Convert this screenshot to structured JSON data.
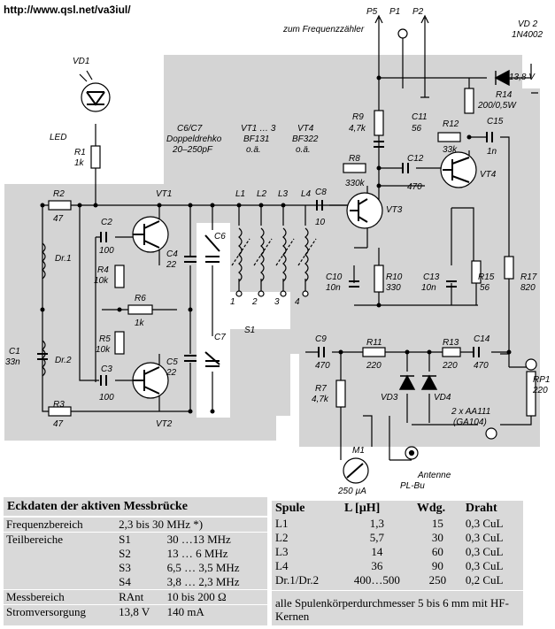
{
  "url": "http://www.qsl.net/va3iul/",
  "labels": {
    "p5": "P5",
    "p1": "P1",
    "p2": "P2",
    "zum": "zum Frequenzzähler",
    "vd2": "VD 2",
    "vd2t": "1N4002",
    "v138": "13,8 V",
    "vd1": "VD1",
    "led": "LED",
    "r1": "R1",
    "r1v": "1k",
    "c6c7": "C6/C7",
    "dreh": "Doppeldrehko",
    "cap": "20–250pF",
    "vt13": "VT1 … 3",
    "bf131": "BF131",
    "oa1": "o.ä.",
    "vt4t": "VT4",
    "bf322": "BF322",
    "oa2": "o.ä.",
    "r9": "R9",
    "r9v": "4,7k",
    "c11": "C11",
    "c11v": "56",
    "r12": "R12",
    "r12v": "33k",
    "c15": "C15",
    "c15v": "1n",
    "r14": "R14",
    "r14v": "200/0,5W",
    "r8": "R8",
    "r8v": "330k",
    "c12": "C12",
    "c12v": "470",
    "vt4": "VT4",
    "vt3": "VT3",
    "r2": "R2",
    "r2v": "47",
    "vt1": "VT1",
    "l1": "L1",
    "l2": "L2",
    "l3": "L3",
    "l4": "L4",
    "c8": "C8",
    "c8v": "10",
    "c2": "C2",
    "c2v": "100",
    "r4": "R4",
    "r4v": "10k",
    "c4": "C4",
    "c4v": "22",
    "c6": "C6",
    "dr1": "Dr.1",
    "dr2": "Dr.2",
    "r6": "R6",
    "r6v": "1k",
    "n1": "1",
    "n2": "2",
    "n3": "3",
    "n4": "4",
    "s1": "S1",
    "c10": "C10",
    "c10v": "10n",
    "r10": "R10",
    "r10v": "330",
    "c13": "C13",
    "c13v": "10n",
    "r15": "R15",
    "r15v": "56",
    "r17": "R17",
    "r17v": "820",
    "c1": "C1",
    "c1v": "33n",
    "r5": "R5",
    "r5v": "10k",
    "c7": "C7",
    "c9": "C9",
    "c9v": "470",
    "r11": "R11",
    "r11v": "220",
    "r13": "R13",
    "r13v": "220",
    "c14": "C14",
    "c14v": "470",
    "rp1": "RP1",
    "rp1v": "220",
    "c3": "C3",
    "c3v": "100",
    "c5": "C5",
    "c5v": "22",
    "r7": "R7",
    "r7v": "4,7k",
    "vd3": "VD3",
    "vd4": "VD4",
    "aa111": "2 x AA111",
    "ga104": "(GA104)",
    "r3": "R3",
    "r3v": "47",
    "vt2": "VT2",
    "m1": "M1",
    "m1v": "250 µA",
    "antenne": "Antenne",
    "plbu": "PL-Bu"
  },
  "eckdaten": {
    "title": "Eckdaten der aktiven Messbrücke",
    "freq_label": "Frequenzbereich",
    "freq_value": "2,3 bis 30 MHz *)",
    "teil_label": "Teilbereiche",
    "s1": "S1",
    "s1v": "30 …13 MHz",
    "s2": "S2",
    "s2v": "13 … 6 MHz",
    "s3": "S3",
    "s3v": "6,5 … 3,5 MHz",
    "s4": "S4",
    "s4v": "3,8 … 2,3 MHz",
    "mess_label": "Messbereich",
    "mess_r": "RAnt",
    "mess_v": "10 bis 200 Ω",
    "strom_label": "Stromversorgung",
    "strom_v": "13,8 V",
    "strom_i": "140 mA"
  },
  "spulen": {
    "headers": [
      "Spule",
      "L [µH]",
      "Wdg.",
      "Draht"
    ],
    "rows": [
      [
        "L1",
        "1,3",
        "15",
        "0,3 CuL"
      ],
      [
        "L2",
        "5,7",
        "30",
        "0,3 CuL"
      ],
      [
        "L3",
        "14",
        "60",
        "0,3 CuL"
      ],
      [
        "L4",
        "36",
        "90",
        "0,3 CuL"
      ],
      [
        "Dr.1/Dr.2",
        "400…500",
        "250",
        "0,2 CuL"
      ]
    ],
    "note": "alle Spulenkörperdurchmesser 5 bis 6 mm mit HF-Kernen"
  }
}
